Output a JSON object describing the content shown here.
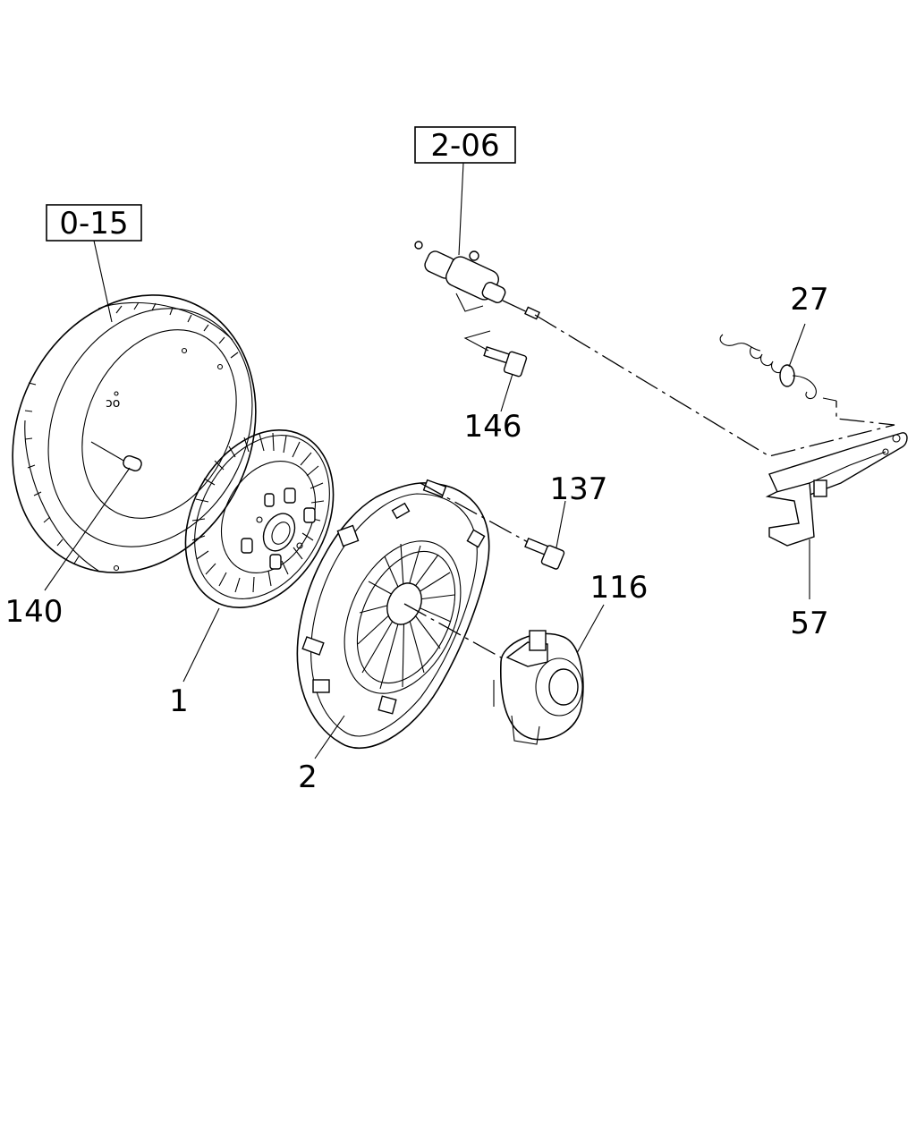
{
  "diagram": {
    "references": [
      {
        "id": "ref-2-06",
        "text": "2-06"
      },
      {
        "id": "ref-0-15",
        "text": "0-15"
      }
    ],
    "callouts": [
      {
        "id": "27",
        "text": "27"
      },
      {
        "id": "146",
        "text": "146"
      },
      {
        "id": "137",
        "text": "137"
      },
      {
        "id": "116",
        "text": "116"
      },
      {
        "id": "140",
        "text": "140"
      },
      {
        "id": "1",
        "text": "1"
      },
      {
        "id": "2",
        "text": "2"
      },
      {
        "id": "57",
        "text": "57"
      }
    ],
    "parts": [
      {
        "name": "flywheel",
        "icon": "flywheel-icon"
      },
      {
        "name": "clutch-disc",
        "icon": "clutch-disc-icon"
      },
      {
        "name": "pressure-plate",
        "icon": "pressure-plate-icon"
      },
      {
        "name": "release-bearing",
        "icon": "release-bearing-icon"
      },
      {
        "name": "slave-cylinder",
        "icon": "slave-cylinder-icon"
      },
      {
        "name": "release-fork",
        "icon": "release-fork-icon"
      },
      {
        "name": "return-spring",
        "icon": "spring-icon"
      },
      {
        "name": "bolt-146",
        "icon": "bolt-icon"
      },
      {
        "name": "bolt-137",
        "icon": "bolt-icon"
      },
      {
        "name": "pilot-pin-140",
        "icon": "pin-icon"
      }
    ],
    "colors": {
      "line": "#000000",
      "background": "#ffffff"
    }
  }
}
